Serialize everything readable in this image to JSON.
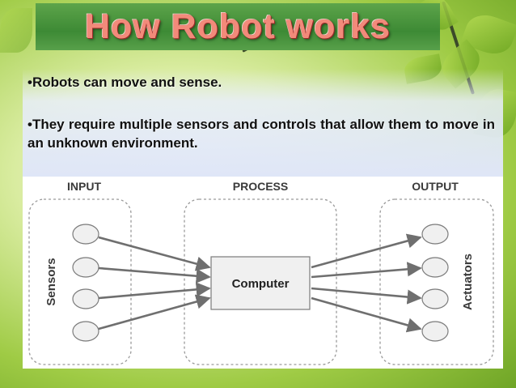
{
  "slide": {
    "title": "How Robot works",
    "bullets": [
      "•Robots can move and sense.",
      "•They require multiple sensors and controls that allow them to move in an unknown environment."
    ]
  },
  "diagram": {
    "stages": {
      "input": "INPUT",
      "process": "PROCESS",
      "output": "OUTPUT"
    },
    "input_label": "Sensors",
    "process_label": "Computer",
    "output_label": "Actuators",
    "input_nodes": 4,
    "output_nodes": 4
  },
  "colors": {
    "title_text": "#f28a7a",
    "title_bar": "#3d8a35",
    "arrow": "#6f6f6f"
  }
}
